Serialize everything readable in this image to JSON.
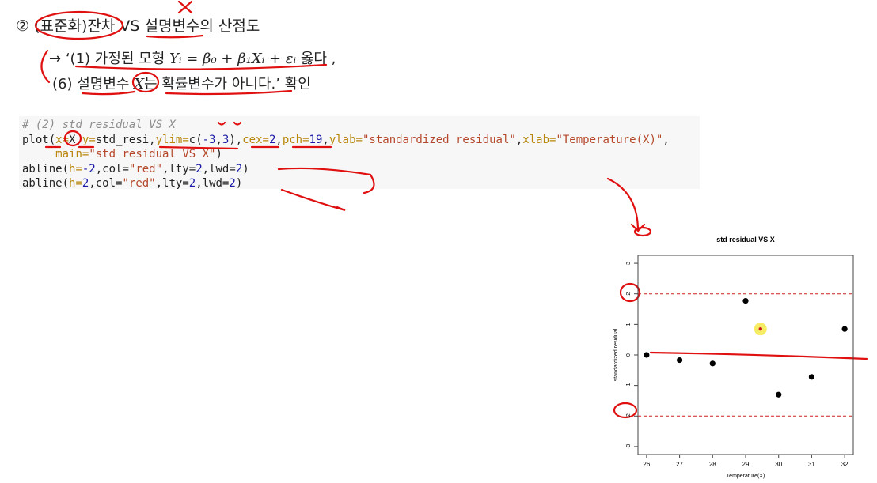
{
  "heading": {
    "circled": "②",
    "part1": "(표준화)잔차",
    "vs": "VS",
    "part2": "설명변수",
    "part3": "의 산점도"
  },
  "notes": {
    "arrow": "→",
    "line1_prefix": "‘(1) 가정된 모형",
    "line1_formula": "Yᵢ = β₀ + β₁Xᵢ + εᵢ",
    "line1_suffix": "옳다 ,",
    "line2_a": "(6) 설명변수",
    "line2_x": "X",
    "line2_b": "는 확률변수가 아니다.’ 확인"
  },
  "code": {
    "comment": "# (2) std residual VS X",
    "l2_a": "plot(",
    "l2_x": "x=",
    "l2_xv": "X",
    "l2_b": ",",
    "l2_y": "y=",
    "l2_yv": "std_resi,",
    "l2_ylim": "ylim=",
    "l2_c": "c(",
    "l2_n1": "-3",
    "l2_comma": ",",
    "l2_n2": "3",
    "l2_close": "),",
    "l2_cex": "cex=",
    "l2_cexv": "2",
    "l2_comma2": ",",
    "l2_pch": "pch=",
    "l2_pchv": "19",
    "l2_comma3": ",",
    "l2_ylab": "ylab=",
    "l2_ylabv": "\"standardized residual\"",
    "l2_comma4": ",",
    "l2_xlab": "xlab=",
    "l2_xlabv": "\"Temperature(X)\"",
    "l2_comma5": ",",
    "l3_main": "main=",
    "l3_mainv": "\"std residual VS X\"",
    "l3_close": ")",
    "l4": "abline(",
    "l4_h": "h=",
    "l4_hv": "-2",
    "l4_col": ",col=",
    "l4_colv": "\"red\"",
    "l4_lty": ",lty=",
    "l4_ltyv": "2",
    "l4_lwd": ",lwd=",
    "l4_lwdv": "2",
    "l4_close": ")",
    "l5": "abline(",
    "l5_h": "h=",
    "l5_hv": "2",
    "l5_col": ",col=",
    "l5_colv": "\"red\"",
    "l5_lty": ",lty=",
    "l5_ltyv": "2",
    "l5_lwd": ",lwd=",
    "l5_lwdv": "2",
    "l5_close": ")"
  },
  "chart_data": {
    "type": "scatter",
    "title": "std residual VS X",
    "xlabel": "Temperature(X)",
    "ylabel": "standardized residual",
    "xlim": [
      26,
      32
    ],
    "ylim": [
      -3,
      3
    ],
    "xticks": [
      "26",
      "27",
      "28",
      "29",
      "30",
      "31",
      "32"
    ],
    "yticks": [
      "-3",
      "-2",
      "-1",
      "0",
      "1",
      "2",
      "3"
    ],
    "points": [
      {
        "x": 26,
        "y": 0.0
      },
      {
        "x": 27,
        "y": -0.17
      },
      {
        "x": 28,
        "y": -0.28
      },
      {
        "x": 29,
        "y": 1.77
      },
      {
        "x": 29.45,
        "y": 0.85
      },
      {
        "x": 30,
        "y": -1.3
      },
      {
        "x": 31,
        "y": -0.72
      },
      {
        "x": 32,
        "y": 0.85
      }
    ],
    "hlines": [
      2,
      -2
    ],
    "hline_color": "#cc2222",
    "point_color": "#000000",
    "highlight_color": "#f5e94a"
  },
  "colors": {
    "annotation": "#e01010"
  }
}
